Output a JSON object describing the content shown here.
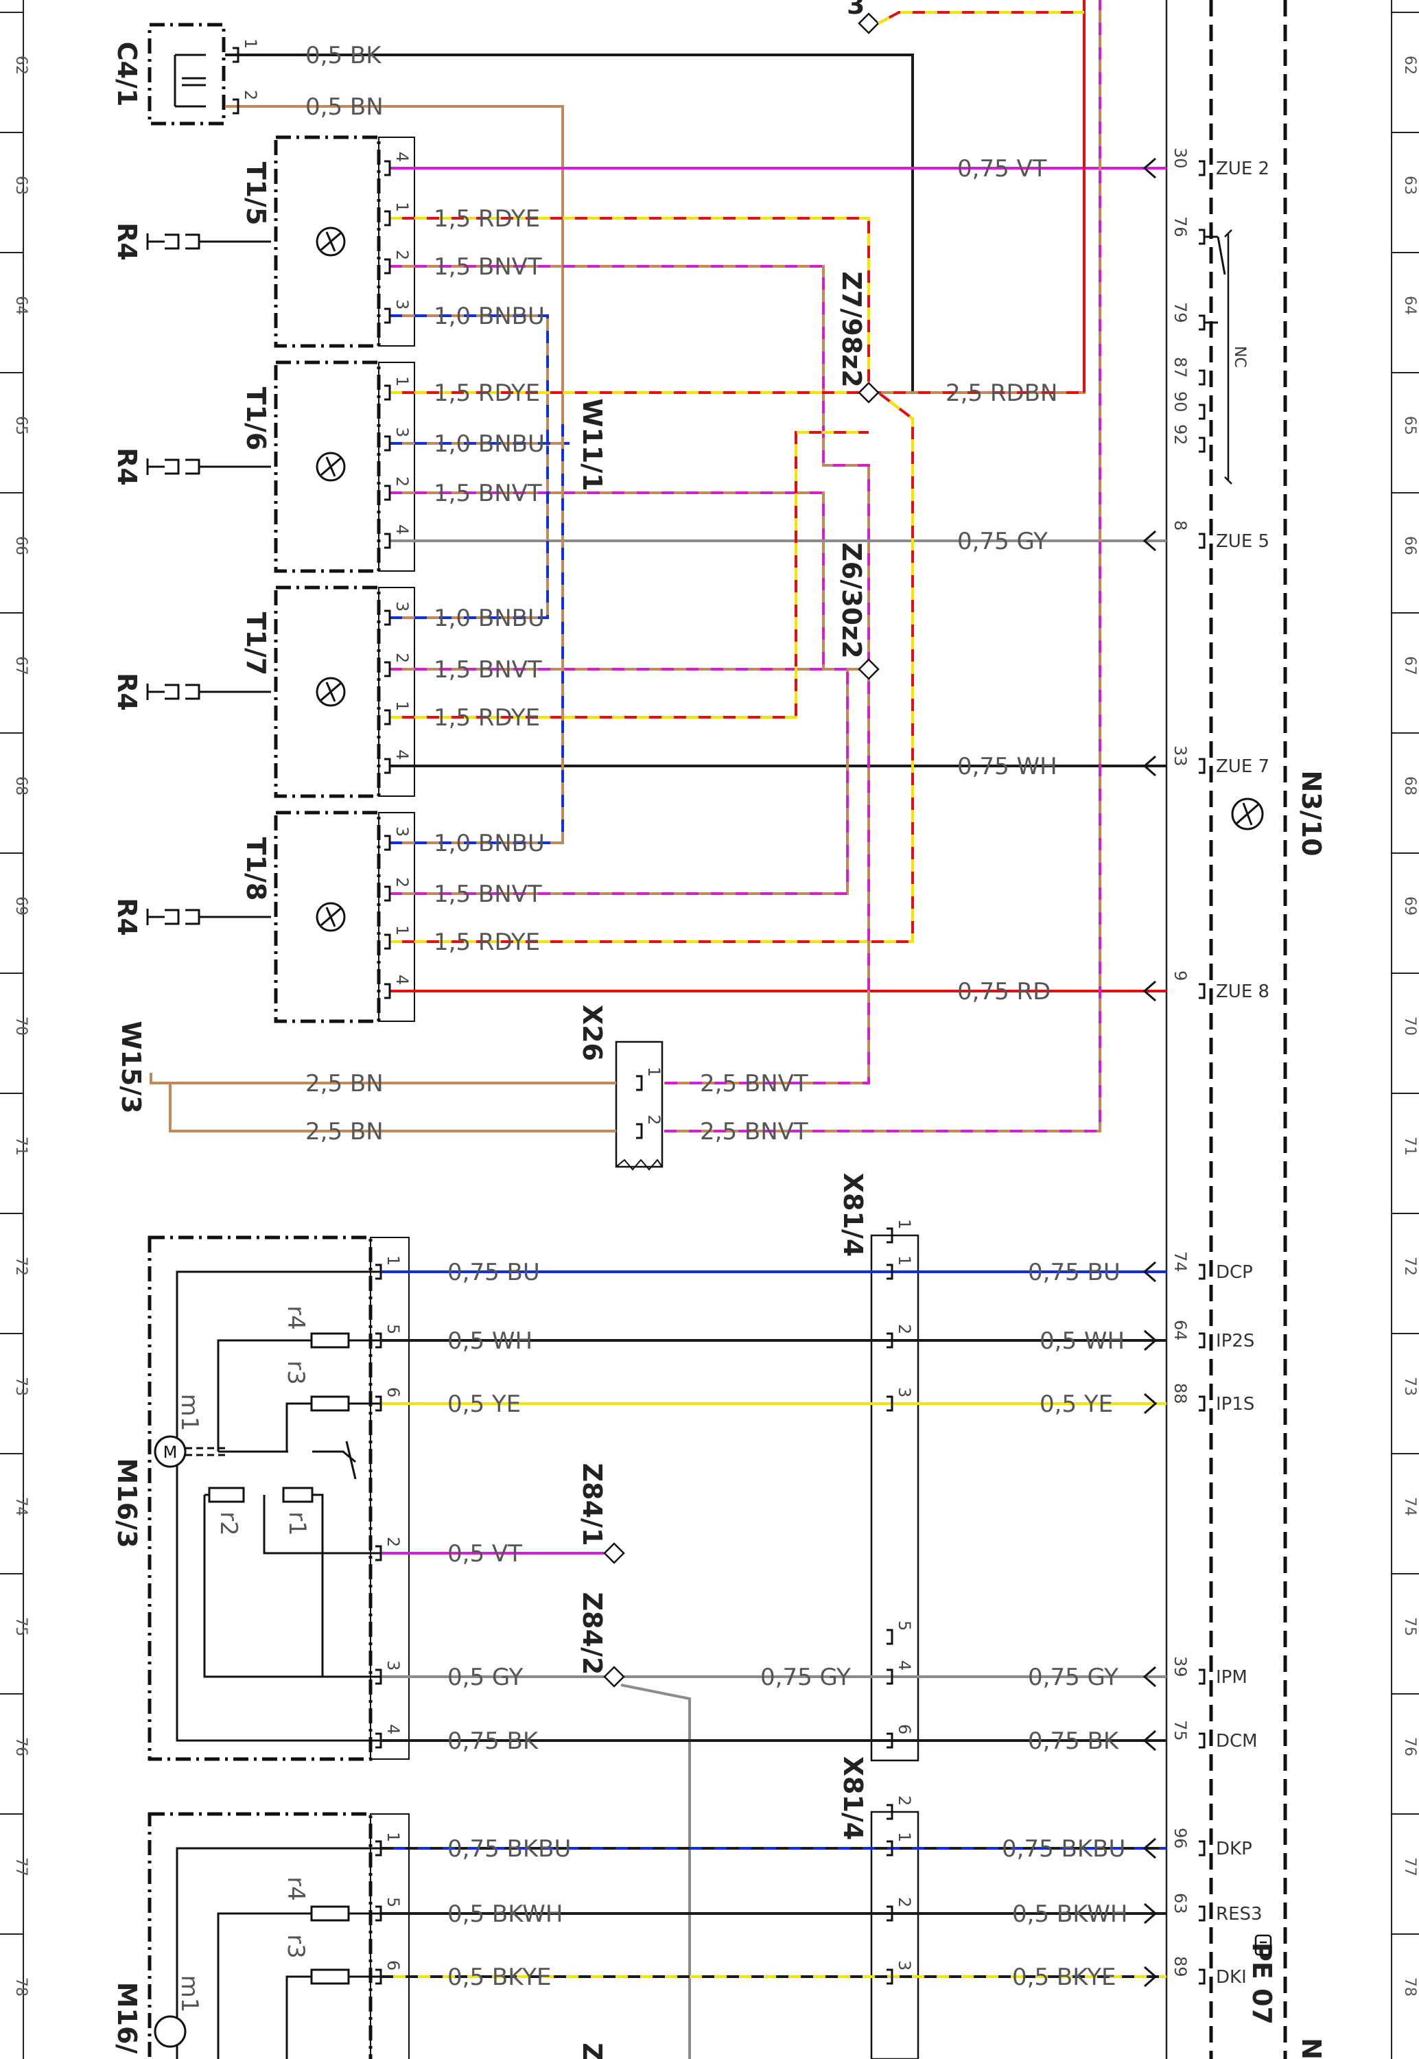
{
  "rows": [
    "62",
    "63",
    "64",
    "65",
    "66",
    "67",
    "68",
    "69",
    "70",
    "71",
    "72",
    "73",
    "74",
    "75",
    "76",
    "77",
    "78"
  ],
  "colors": {
    "BK": "#1a1a1a",
    "BN": "#c08a5a",
    "RD": "#e01010",
    "YE": "#f2e600",
    "VT": "#d21fd2",
    "BU": "#1030e0",
    "GY": "#8c8c8c",
    "WH": "#b0b0b0"
  },
  "components": {
    "c41": "C4/1",
    "t15": "T1/5",
    "t16": "T1/6",
    "t17": "T1/7",
    "t18": "T1/8",
    "r4": "R4",
    "w111": "W11/1",
    "w153": "W15/3",
    "x26": "X26",
    "x814": "X81/4",
    "z7": "Z7/98z2",
    "z6": "Z6/30z2",
    "z841": "Z84/1",
    "z842": "Z84/2",
    "m163": "M16/3",
    "m16": "M16/",
    "n310": "N3/10",
    "pe": "PE 07",
    "z": "Z",
    "topconn": "3",
    "nright": "N"
  },
  "motor": {
    "m1": "m1",
    "r1": "r1",
    "r2": "r2",
    "r3": "r3",
    "r4": "r4",
    "m": "M"
  },
  "nc_label": "NC",
  "wire_labels": {
    "c41_1": "0,5 BK",
    "c41_2": "0,5 BN",
    "t15_4": "0,75 VT",
    "t15_1": "1,5 RDYE",
    "t15_2": "1,5 BNVT",
    "t15_3": "1,0 BNBU",
    "t16_1": "1,5 RDYE",
    "t16_3": "1,0 BNBU",
    "t16_2": "1,5 BNVT",
    "t16_4": "0,75 GY",
    "t17_3": "1,0 BNBU",
    "t17_2": "1,5 BNVT",
    "t17_1": "1,5 RDYE",
    "t17_4": "0,75 WH",
    "t18_3": "1,0 BNBU",
    "t18_2": "1,5 BNVT",
    "t18_1": "1,5 RDYE",
    "t18_4": "0,75 RD",
    "z7_out": "2,5 RDBN",
    "w15_a": "2,5 BN",
    "w15_b": "2,5 BN",
    "x26_a": "2,5 BNVT",
    "x26_b": "2,5 BNVT",
    "m1_1": "0,75 BU",
    "m1_5": "0,5 WH",
    "m1_6": "0,5 YE",
    "m1_2": "0,5 VT",
    "m1_3": "0,5 GY",
    "m1_4": "0,75 BK",
    "x1_1": "0,75 BU",
    "x1_2": "0,5 WH",
    "x1_3": "0,5 YE",
    "x1_4": "0,75 GY",
    "x1_4b": "0,75 GY",
    "x1_6": "0,75 BK",
    "m2_1": "0,75 BKBU",
    "m2_5": "0,5 BKWH",
    "m2_6": "0,5 BKYE",
    "x2_1": "0,75 BKBU",
    "x2_2": "0,5 BKWH",
    "x2_3": "0,5 BKYE"
  },
  "pins": {
    "c41": [
      "1",
      "2"
    ],
    "t15": [
      "4",
      "1",
      "2",
      "3"
    ],
    "t16": [
      "1",
      "3",
      "2",
      "4"
    ],
    "t17": [
      "3",
      "2",
      "1",
      "4"
    ],
    "t18": [
      "3",
      "2",
      "1",
      "4"
    ],
    "x26": [
      "1",
      "2"
    ],
    "m163": [
      "1",
      "5",
      "6",
      "2",
      "3",
      "4"
    ],
    "m16": [
      "1",
      "5",
      "6"
    ],
    "x814a": [
      "1",
      "1",
      "2",
      "3",
      "5",
      "4",
      "6"
    ],
    "x814b": [
      "2",
      "1",
      "2",
      "3"
    ],
    "n310": [
      "30",
      "76",
      "79",
      "87",
      "90",
      "92",
      "8",
      "33",
      "9",
      "74",
      "64",
      "88",
      "39",
      "75",
      "96",
      "63",
      "89"
    ]
  },
  "signals": [
    "ZUE 2",
    "ZUE 5",
    "ZUE 7",
    "ZUE 8",
    "DCP",
    "IP2S",
    "IP1S",
    "IPM",
    "DCM",
    "DKP",
    "RES3",
    "DKI"
  ]
}
